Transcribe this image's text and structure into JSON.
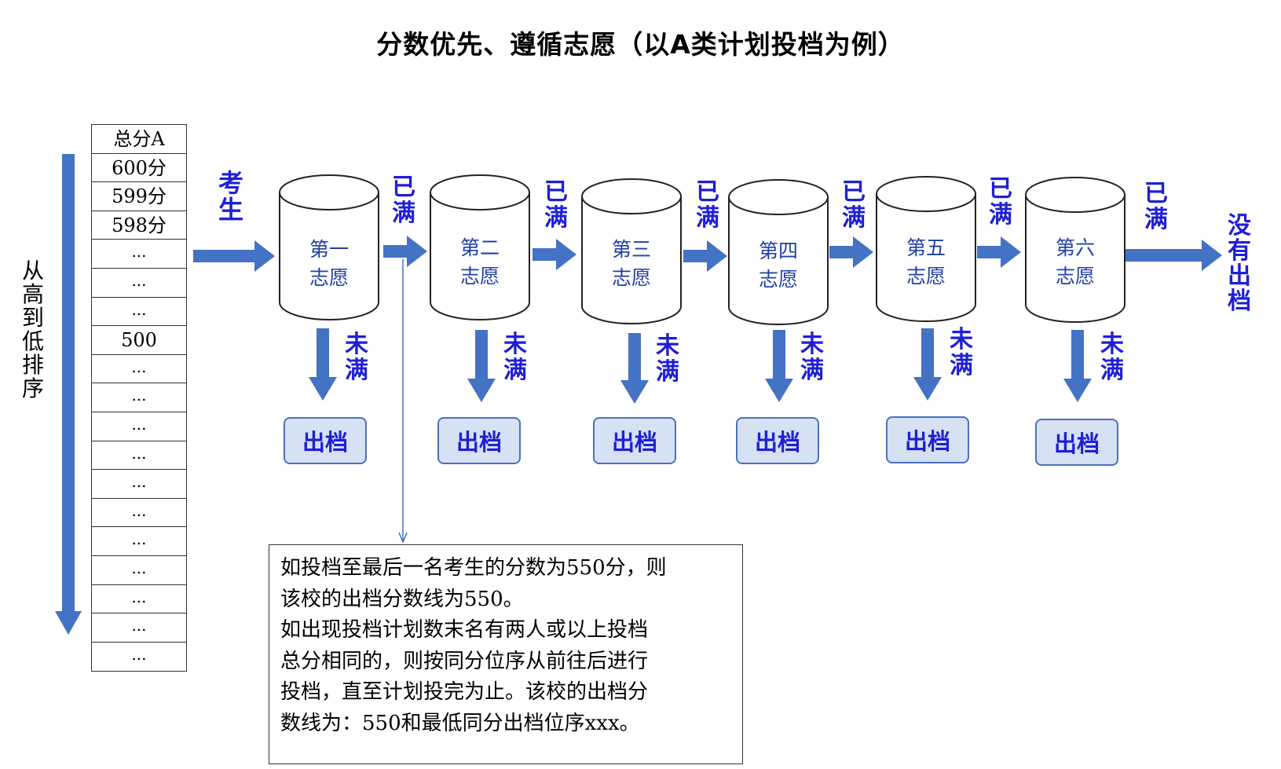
{
  "title": "分数优先、遵循志愿（以A类计划投档为例）",
  "side_label": [
    "从",
    "高",
    "到",
    "低",
    "排",
    "序"
  ],
  "score_table": {
    "cells": [
      "总分A",
      "600分",
      "599分",
      "598分",
      "...",
      "...",
      "...",
      "500",
      "...",
      "...",
      "...",
      "...",
      "...",
      "...",
      "...",
      "...",
      "...",
      "...",
      "..."
    ]
  },
  "candidate_label": [
    "考",
    "生"
  ],
  "choices": [
    {
      "line1": "第一",
      "line2": "志愿"
    },
    {
      "line1": "第二",
      "line2": "志愿"
    },
    {
      "line1": "第三",
      "line2": "志愿"
    },
    {
      "line1": "第四",
      "line2": "志愿"
    },
    {
      "line1": "第五",
      "line2": "志愿"
    },
    {
      "line1": "第六",
      "line2": "志愿"
    }
  ],
  "full_label": [
    "已",
    "满"
  ],
  "not_full_label": [
    "未",
    "满"
  ],
  "out_label": "出档",
  "no_out_label": [
    "没",
    "有",
    "出",
    "档"
  ],
  "colors": {
    "arrow": "#4472c4",
    "arrow_dark": "#2f5597",
    "text_blue": "#1f1fd6",
    "box_fill": "#d6e1f4"
  },
  "note": [
    "如投档至最后一名考生的分数为550分，则",
    "该校的出档分数线为550。",
    "如出现投档计划数末名有两人或以上投档",
    "总分相同的，则按同分位序从前往后进行",
    "投档，直至计划投完为止。该校的出档分",
    "数线为：550和最低同分出档位序xxx。"
  ]
}
